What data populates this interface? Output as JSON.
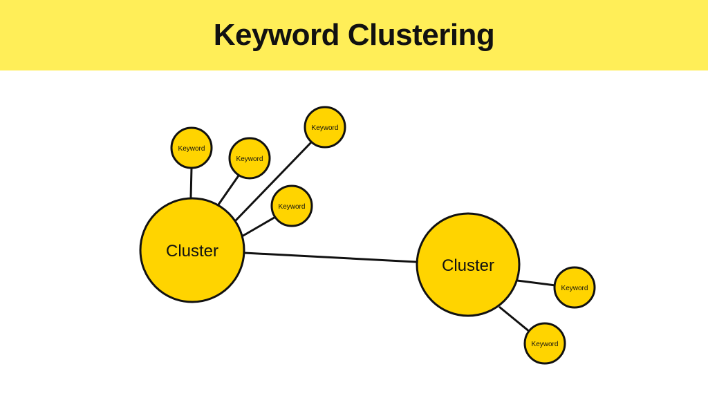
{
  "header": {
    "title": "Keyword Clustering"
  },
  "diagram": {
    "colors": {
      "node_fill": "#FFD400",
      "node_stroke": "#111111",
      "edge": "#111111",
      "header_background": "#FFEE58"
    },
    "clusters": [
      {
        "id": "c1",
        "label": "Cluster"
      },
      {
        "id": "c2",
        "label": "Cluster"
      }
    ],
    "keywords": [
      {
        "id": "k1",
        "label": "Keyword",
        "parent": "c1"
      },
      {
        "id": "k2",
        "label": "Keyword",
        "parent": "c1"
      },
      {
        "id": "k3",
        "label": "Keyword",
        "parent": "c1"
      },
      {
        "id": "k4",
        "label": "Keyword",
        "parent": "c1"
      },
      {
        "id": "k5",
        "label": "Keyword",
        "parent": "c2"
      },
      {
        "id": "k6",
        "label": "Keyword",
        "parent": "c2"
      }
    ],
    "edges": [
      {
        "from": "c1",
        "to": "c2"
      },
      {
        "from": "c1",
        "to": "k1"
      },
      {
        "from": "c1",
        "to": "k2"
      },
      {
        "from": "c1",
        "to": "k3"
      },
      {
        "from": "c1",
        "to": "k4"
      },
      {
        "from": "c2",
        "to": "k5"
      },
      {
        "from": "c2",
        "to": "k6"
      }
    ]
  }
}
